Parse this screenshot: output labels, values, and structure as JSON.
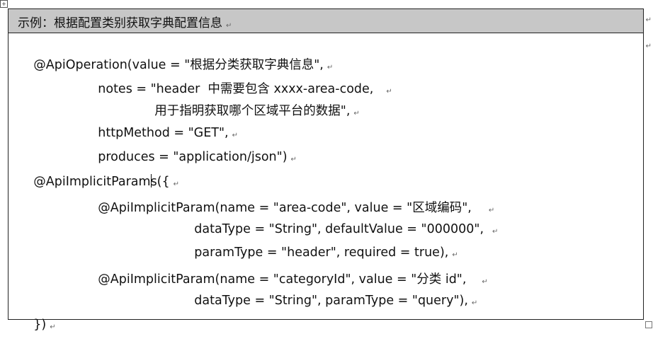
{
  "header": {
    "title": "示例：根据配置类别获取字典配置信息"
  },
  "code_lines": [
    "@ApiOperation(value = \"根据分类获取字典信息\",",
    "notes = \"header  中需要包含 xxxx-area-code,",
    "用于指明获取哪个区域平台的数据\",",
    "httpMethod = \"GET\",",
    "produces = \"application/json\")",
    "@ApiImplicitParam",
    "s({",
    "@ApiImplicitParam(name = \"area-code\", value = \"区域编码\",",
    "dataType = \"String\", defaultValue = \"000000\",",
    "paramType = \"header\", required = true),",
    "@ApiImplicitParam(name = \"categoryId\", value = \"分类 id\",",
    "dataType = \"String\", paramType = \"query\"),",
    "})"
  ],
  "marks": {
    "paragraph": "↵",
    "table_move": "+"
  }
}
